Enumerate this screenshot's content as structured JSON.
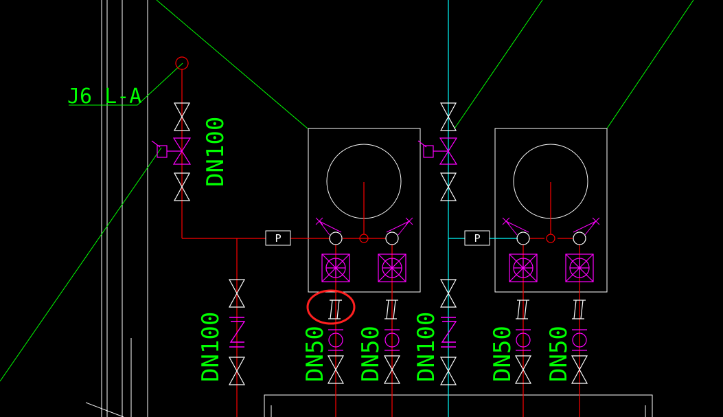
{
  "labels": {
    "line_tag": "J6 L-A",
    "dn_main_top": "DN100",
    "dn_main_bottom": "DN100",
    "dn_right_main": "DN100",
    "dn_branch_1": "DN50",
    "dn_branch_2": "DN50",
    "dn_branch_3": "DN50",
    "dn_branch_4": "DN50",
    "p_box_left": "P",
    "p_box_right": "P"
  },
  "colors": {
    "background": "#000000",
    "boundary": "#00ff00",
    "pipe_fire": "#ff0000",
    "pipe_cyan": "#00ffff",
    "equipment": "#ffffff",
    "valve": "#ffffff",
    "device": "#ff00ff",
    "label": "#00ff00",
    "highlight": "#ff2020"
  }
}
